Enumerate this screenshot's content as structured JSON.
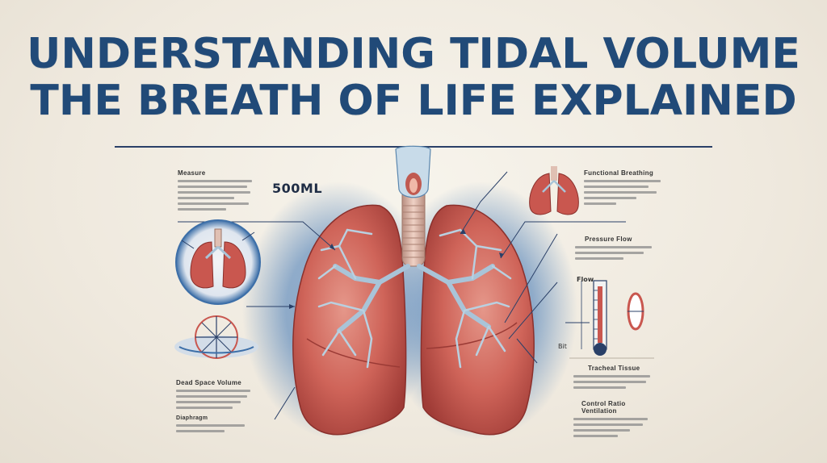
{
  "title": {
    "line1": "UNDERSTANDING TIDAL VOLUME",
    "line2": "THE BREATH OF LIFE EXPLAINED"
  },
  "volume_label": "500ML",
  "panels": {
    "top_left": {
      "heading": "Measure"
    },
    "top_right": {
      "heading": "Functional Breathing"
    },
    "mid_right": {
      "heading": "Pressure Flow"
    },
    "gauge": {
      "heading": "Flow",
      "bottom_label": "Bit"
    },
    "bottom_left": {
      "heading": "Dead Space Volume",
      "sub": "Diaphragm"
    },
    "bottom_right_1": {
      "heading": "Tracheal Tissue"
    },
    "bottom_right_2": {
      "heading": "Control Ratio Ventilation"
    }
  },
  "colors": {
    "title": "#214a78",
    "lung": "#c9574f",
    "lung_light": "#e39a8c",
    "bronchi": "#a9c4d8",
    "halo": "#3d74b3",
    "line": "#2a4068"
  },
  "icons": [
    "lungs-icon",
    "diaphragm-gauge-icon",
    "flow-gauge-icon",
    "oval-indicator-icon"
  ]
}
